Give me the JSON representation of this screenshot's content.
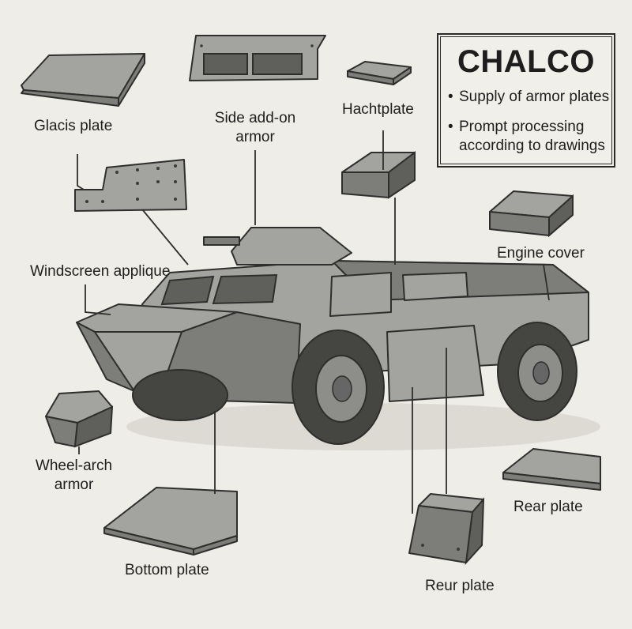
{
  "brand_box": {
    "title": "CHALCO",
    "bullets": [
      "Supply of armor plates",
      "Prompt processing according to drawings"
    ]
  },
  "labels": {
    "glacis": "Glacis plate",
    "side_addon_1": "Side add-on",
    "side_addon_2": "armor",
    "hatch": "Hachtplate",
    "engine": "Engine cover",
    "windscreen": "Windscreen applique",
    "wheel_arch_1": "Wheel-arch",
    "wheel_arch_2": "armor",
    "bottom": "Bottom plate",
    "rear": "Rear plate",
    "reur": "Reur plate"
  },
  "colors": {
    "background": "#efede7",
    "plate": "#9b9b97",
    "outline": "#2e2e2e"
  }
}
